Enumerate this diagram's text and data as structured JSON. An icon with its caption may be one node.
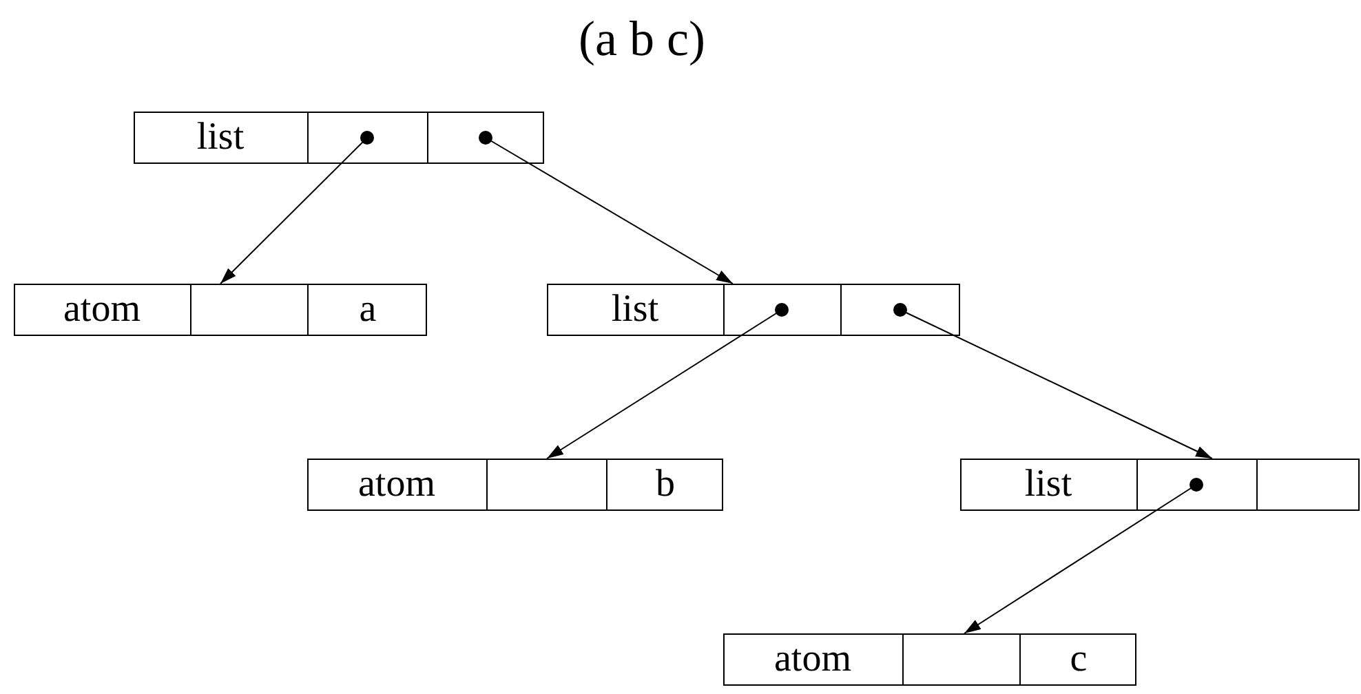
{
  "diagram": {
    "title": "(a b c)",
    "nodes": [
      {
        "text": [],
        "shape": "box"
      },
      {
        "text": [
          "list"
        ],
        "in": 0
      },
      {
        "text": [],
        "shape": "box",
        "in": 0
      },
      {
        "text": [],
        "shape": "box",
        "in": 0
      },
      {
        "text": [],
        "shape": "box"
      },
      {
        "text": [
          "atom"
        ],
        "in": 4
      },
      {
        "text": [],
        "shape": "box",
        "in": 4
      },
      {
        "text": [
          "a"
        ],
        "in": 4
      },
      {
        "text": [],
        "shape": "box"
      },
      {
        "text": [
          "list"
        ],
        "in": 8
      },
      {
        "text": [],
        "shape": "box",
        "in": 8
      },
      {
        "text": [],
        "shape": "box",
        "in": 8
      },
      {
        "text": [],
        "shape": "box"
      },
      {
        "text": [
          "atom"
        ],
        "in": 12
      },
      {
        "text": [],
        "shape": "box",
        "in": 12
      },
      {
        "text": [
          "b"
        ],
        "in": 12
      },
      {
        "text": [],
        "shape": "box"
      },
      {
        "text": [
          "list"
        ],
        "in": 16
      },
      {
        "text": [],
        "shape": "box",
        "in": 16
      },
      {
        "text": [],
        "shape": "box",
        "in": 16
      },
      {
        "text": [],
        "shape": "box"
      },
      {
        "text": [
          "atom"
        ],
        "in": 20
      },
      {
        "text": [],
        "shape": "box",
        "in": 20
      },
      {
        "text": [
          "c"
        ],
        "in": 20
      }
    ],
    "edges": [
      {
        "from": 2,
        "to": 4,
        "arrow": "to"
      },
      {
        "from": 3,
        "to": 8,
        "arrow": "to"
      },
      {
        "from": 10,
        "to": 12,
        "arrow": "to"
      },
      {
        "from": 11,
        "to": 16,
        "arrow": "to"
      },
      {
        "from": 18,
        "to": 20,
        "arrow": "to"
      }
    ]
  }
}
